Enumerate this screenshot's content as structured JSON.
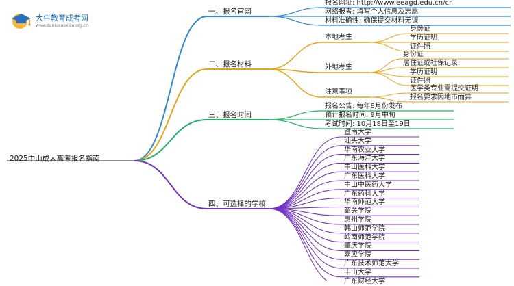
{
  "logo": {
    "name": "大牛教育成考网",
    "url": "www.daniuxuexiao.org.cn"
  },
  "root": {
    "label": "2025中山成人高考报名指南"
  },
  "colors": {
    "官网": "#2f86d6",
    "材料": "#e8a317",
    "时间": "#22b06b",
    "学校": "#7233c4"
  },
  "sections": [
    {
      "label": "一、报名官网",
      "items": [
        "报名网址: http://www.eeagd.edu.cn/cr",
        "网络报考: 填写个人信息及志愿",
        "材料准确性: 确保提交材料无误"
      ]
    },
    {
      "label": "二、报名材料",
      "groups": [
        {
          "label": "本地考生",
          "items": [
            "身份证",
            "学历证明",
            "证件照"
          ]
        },
        {
          "label": "外地考生",
          "items": [
            "身份证",
            "居住证或社保记录",
            "学历证明",
            "证件照"
          ]
        },
        {
          "label": "注意事项",
          "items": [
            "医学类专业需提交证明",
            "报名要求因地市而异"
          ]
        }
      ]
    },
    {
      "label": "三、报名时间",
      "items": [
        "报名公告: 每年8月份发布",
        "预计报名时间: 9月中旬",
        "考试时间: 10月18日至19日"
      ]
    },
    {
      "label": "四、可选择的学校",
      "items": [
        "暨南大学",
        "汕头大学",
        "华南农业大学",
        "广东海洋大学",
        "中山医科大学",
        "广东医科大学",
        "中山中医药大学",
        "广东药科大学",
        "华南师范大学",
        "韶关学院",
        "惠州学院",
        "韩山师范学院",
        "岭南师范学院",
        "肇庆学院",
        "嘉应学院",
        "广东技术师范大学",
        "中山大学",
        "广东财经大学"
      ]
    }
  ]
}
